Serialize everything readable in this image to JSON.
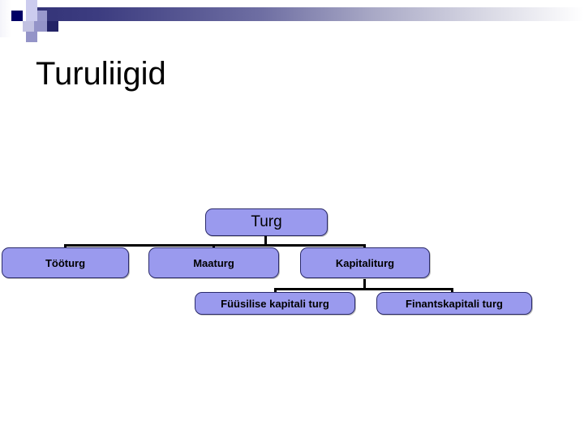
{
  "slide": {
    "title": "Turuliigid",
    "background": "#ffffff"
  },
  "header": {
    "gradient_from": "#333377",
    "gradient_to": "#ffffff",
    "squares": [
      {
        "name": "square-dark-navy",
        "color": "#000066"
      },
      {
        "name": "square-pale-lavender",
        "color": "#ccccee"
      },
      {
        "name": "square-mid-periwinkle",
        "color": "#9999cc"
      },
      {
        "name": "square-deep-indigo",
        "color": "#222266"
      },
      {
        "name": "square-faint-lilac",
        "color": "#e4e4f2"
      }
    ]
  },
  "diagram": {
    "type": "tree",
    "node_fill": "#9a9aee",
    "node_border": "#2b2b6b",
    "connector_color": "#000000",
    "nodes": {
      "root": {
        "label": "Turg"
      },
      "level2": [
        {
          "label": "Tööturg"
        },
        {
          "label": "Maaturg"
        },
        {
          "label": "Kapitaliturg"
        }
      ],
      "level3": [
        {
          "label": "Füüsilise kapitali turg"
        },
        {
          "label": "Finantskapitali turg"
        }
      ]
    }
  }
}
